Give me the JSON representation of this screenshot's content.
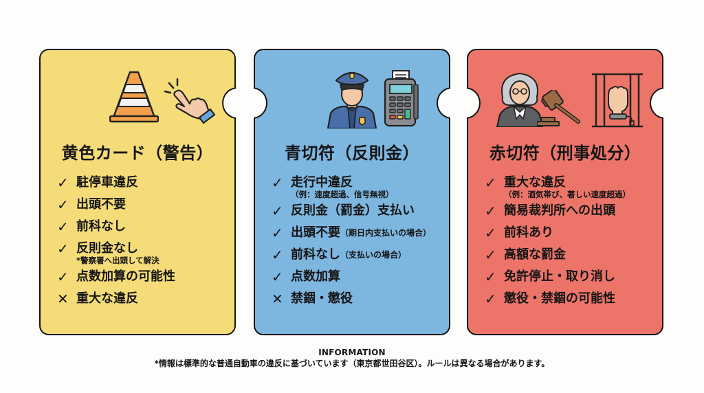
{
  "cards": [
    {
      "color": "#f5dc78",
      "title": "黄色カード（警告）",
      "icons": [
        "traffic-cone-icon",
        "pointing-hand-icon"
      ],
      "items": [
        {
          "mark": "✓",
          "text": "駐停車違反"
        },
        {
          "mark": "✓",
          "text": "出頭不要"
        },
        {
          "mark": "✓",
          "text": "前科なし"
        },
        {
          "mark": "✓",
          "text": "反則金なし",
          "sub": "*警察署へ出頭して解決"
        },
        {
          "mark": "✓",
          "text": "点数加算の可能性"
        },
        {
          "mark": "✕",
          "text": "重大な違反"
        }
      ]
    },
    {
      "color": "#7db6df",
      "title": "青切符（反則金）",
      "icons": [
        "police-officer-icon",
        "payment-terminal-icon"
      ],
      "items": [
        {
          "mark": "✓",
          "text": "走行中違反",
          "sub": "（例：速度超過、信号無視）"
        },
        {
          "mark": "✓",
          "text": "反則金（罰金）支払い"
        },
        {
          "mark": "✓",
          "text": "出頭不要",
          "inline_sub": "（期日内支払いの場合）"
        },
        {
          "mark": "✓",
          "text": "前科なし",
          "inline_sub": "（支払いの場合）"
        },
        {
          "mark": "✓",
          "text": "点数加算"
        },
        {
          "mark": "✕",
          "text": "禁錮・懲役"
        }
      ]
    },
    {
      "color": "#ec7468",
      "title": "赤切符（刑事処分）",
      "icons": [
        "judge-icon",
        "gavel-icon",
        "jail-fist-icon"
      ],
      "items": [
        {
          "mark": "✓",
          "text": "重大な違反",
          "sub": "（例：酒気帯び、著しい速度超過）"
        },
        {
          "mark": "✓",
          "text": "簡易裁判所への出頭"
        },
        {
          "mark": "✓",
          "text": "前科あり"
        },
        {
          "mark": "✓",
          "text": "高額な罰金"
        },
        {
          "mark": "✓",
          "text": "免許停止・取り消し"
        },
        {
          "mark": "✓",
          "text": "懲役・禁錮の可能性"
        }
      ]
    }
  ],
  "footer": {
    "title": "INFORMATION",
    "text": "*情報は標準的な普通自動車の違反に基づいています（東京都世田谷区）。ルールは異なる場合があります。"
  }
}
